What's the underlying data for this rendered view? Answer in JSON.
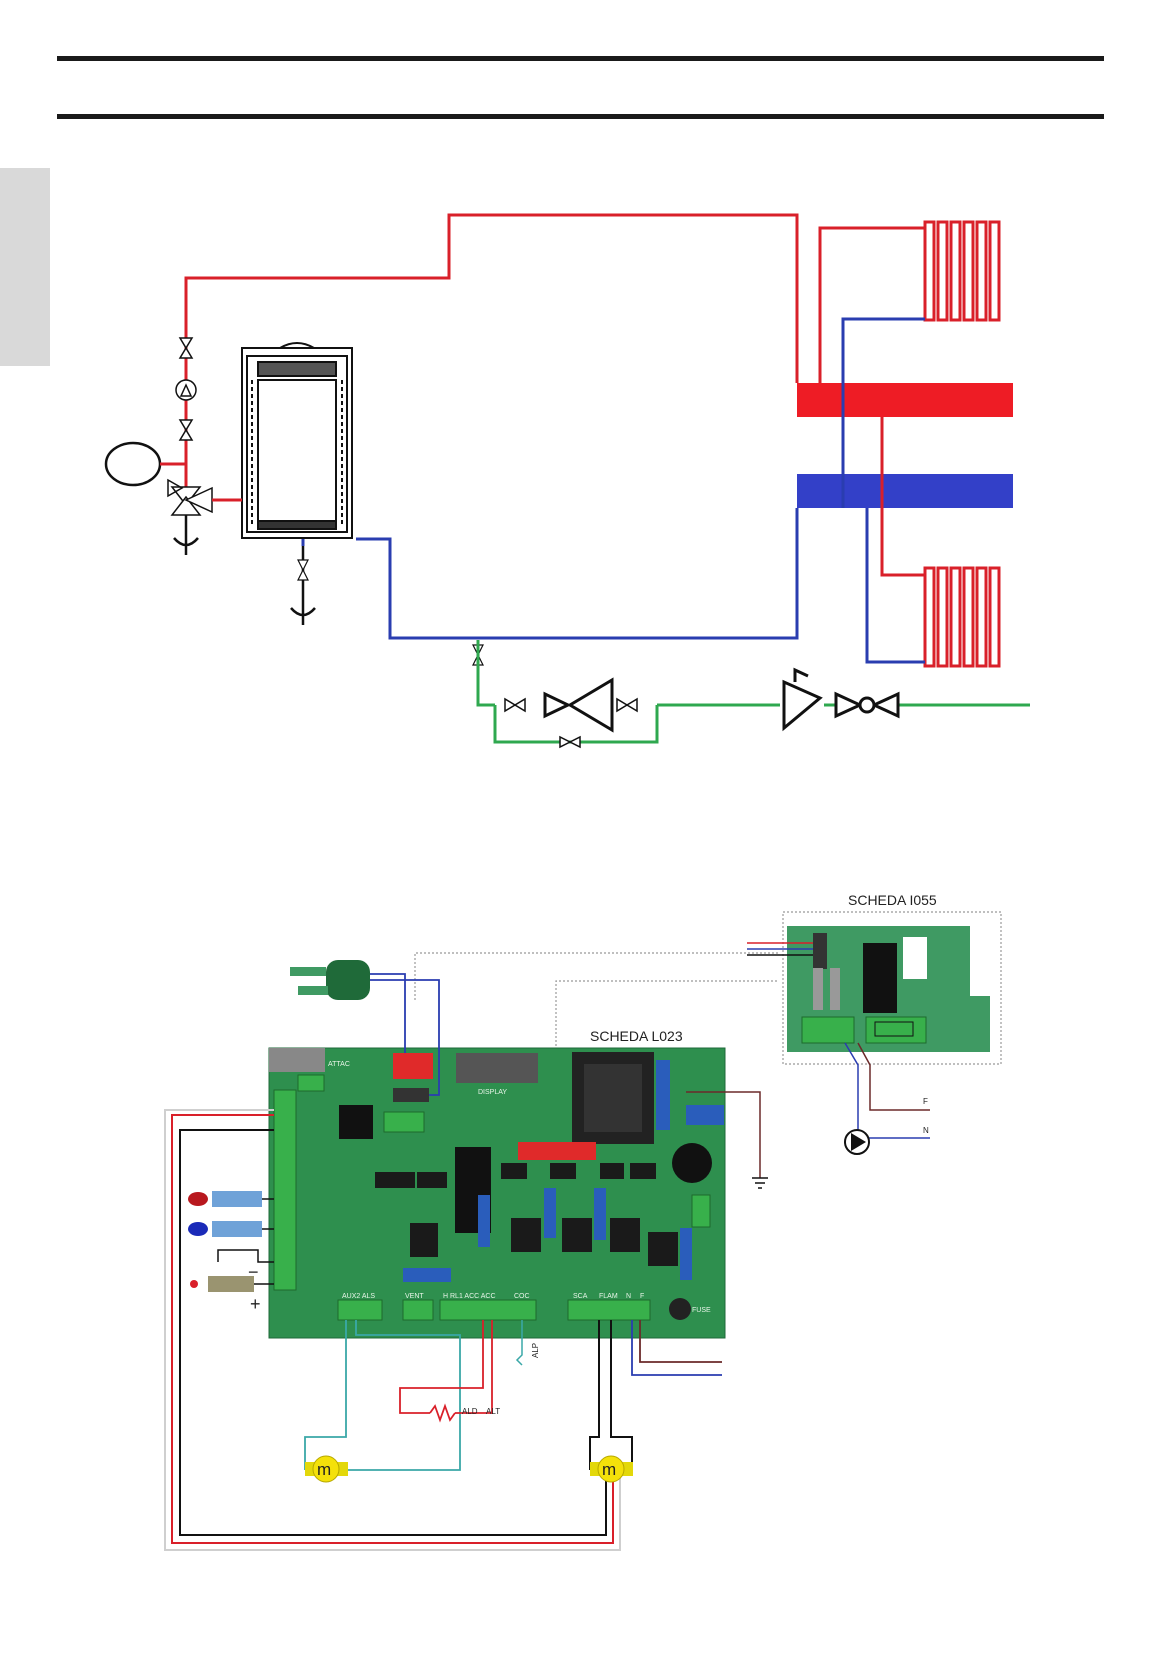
{
  "header": {
    "rule_count": 2
  },
  "wiring": {
    "board_main_label": "SCHEDA L023",
    "board_aux_label": "SCHEDA I055",
    "plus_sign": "+",
    "minus_sign": "−",
    "motor_symbol": "m",
    "resistor_labels": [
      "ALD",
      "ALT"
    ],
    "alp_label": "ALP",
    "phase_label": "F",
    "neutral_label": "N",
    "connector_labels": [
      "AUX2 ALS",
      "VENT",
      "H RL1 ACC ACC",
      "COC",
      "SCA",
      "FLAM",
      "N",
      "F",
      "DISPLAY",
      "FUSE",
      "ATTAC"
    ]
  },
  "colors": {
    "flow_red": "#d9202a",
    "return_blue": "#2a3db0",
    "water_green": "#2fa84f",
    "board_green": "#2e8f4e",
    "motor_yellow": "#f4e10a"
  }
}
